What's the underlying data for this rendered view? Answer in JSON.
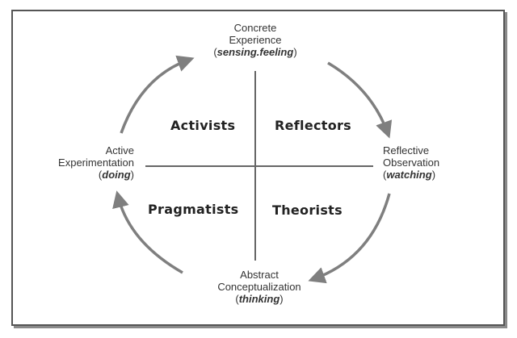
{
  "diagram": {
    "stages": {
      "top": {
        "line1": "Concrete",
        "line2": "Experience",
        "mode": "sensing.feeling"
      },
      "right": {
        "line1": "Reflective",
        "line2": "Observation",
        "mode": "watching"
      },
      "bottom": {
        "line1": "Abstract",
        "line2": "Conceptualization",
        "mode": "thinking"
      },
      "left": {
        "line1": "Active",
        "line2": "Experimentation",
        "mode": "doing"
      }
    },
    "quadrants": {
      "top_left": "Activists",
      "top_right": "Reflectors",
      "bottom_left": "Pragmatists",
      "bottom_right": "Theorists"
    },
    "colors": {
      "arrow": "#7f7f7f",
      "axis": "#666666",
      "text": "#333333",
      "border": "#555555"
    }
  }
}
